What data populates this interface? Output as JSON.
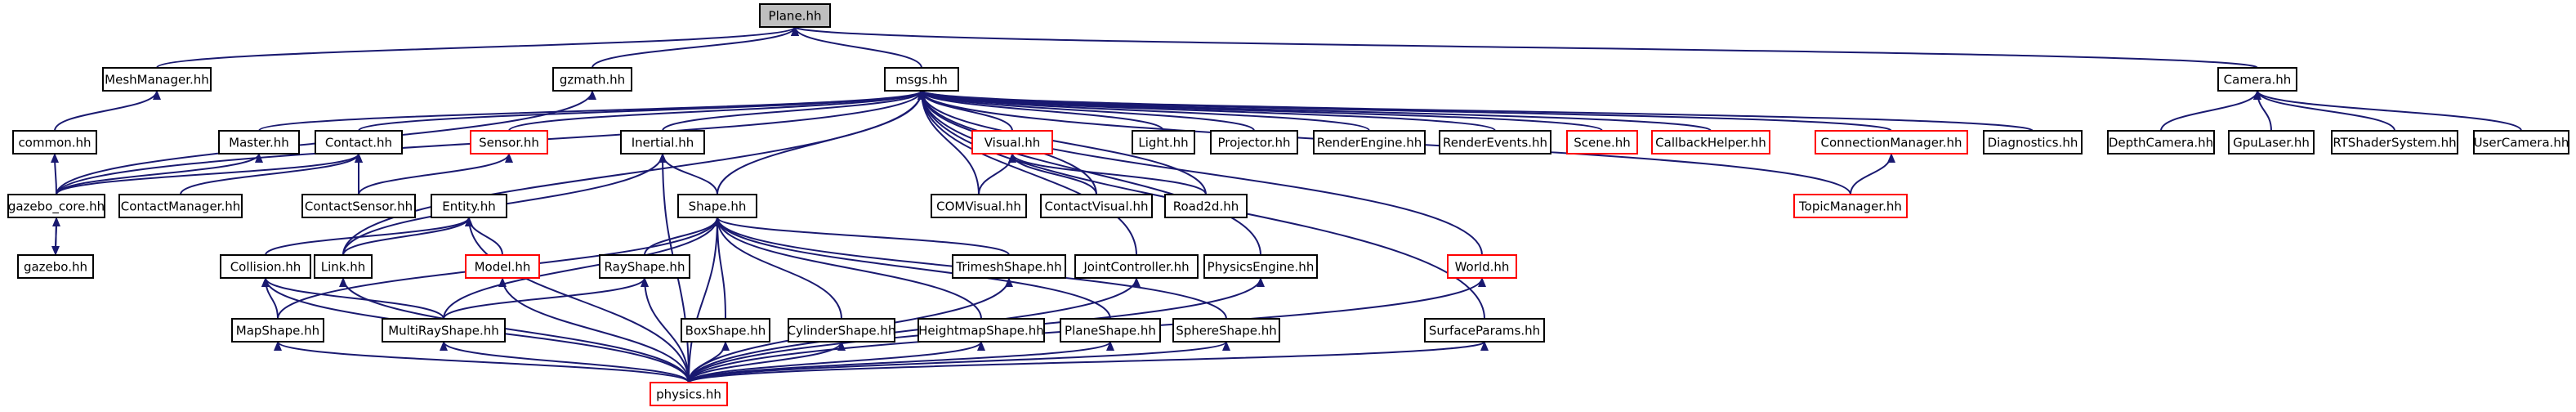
{
  "colors": {
    "node_border": "#000000",
    "node_border_red": "#ff0000",
    "node_fill": "#ffffff",
    "root_fill": "#bfbfbf",
    "edge": "#191970",
    "text": "#000000"
  },
  "nodes": [
    {
      "id": "plane",
      "label": "Plane.hh",
      "style": "root"
    },
    {
      "id": "meshmanager",
      "label": "MeshManager.hh",
      "style": "normal"
    },
    {
      "id": "gzmath",
      "label": "gzmath.hh",
      "style": "normal"
    },
    {
      "id": "msgs",
      "label": "msgs.hh",
      "style": "normal"
    },
    {
      "id": "camera",
      "label": "Camera.hh",
      "style": "normal"
    },
    {
      "id": "common",
      "label": "common.hh",
      "style": "normal"
    },
    {
      "id": "master",
      "label": "Master.hh",
      "style": "normal"
    },
    {
      "id": "contact",
      "label": "Contact.hh",
      "style": "normal"
    },
    {
      "id": "sensor",
      "label": "Sensor.hh",
      "style": "red"
    },
    {
      "id": "inertial",
      "label": "Inertial.hh",
      "style": "normal"
    },
    {
      "id": "visual",
      "label": "Visual.hh",
      "style": "red"
    },
    {
      "id": "light",
      "label": "Light.hh",
      "style": "normal"
    },
    {
      "id": "projector",
      "label": "Projector.hh",
      "style": "normal"
    },
    {
      "id": "renderengine",
      "label": "RenderEngine.hh",
      "style": "normal"
    },
    {
      "id": "renderevents",
      "label": "RenderEvents.hh",
      "style": "normal"
    },
    {
      "id": "scene",
      "label": "Scene.hh",
      "style": "red"
    },
    {
      "id": "callbackhelper",
      "label": "CallbackHelper.hh",
      "style": "red"
    },
    {
      "id": "connectionmanager",
      "label": "ConnectionManager.hh",
      "style": "red"
    },
    {
      "id": "diagnostics",
      "label": "Diagnostics.hh",
      "style": "normal"
    },
    {
      "id": "depthcamera",
      "label": "DepthCamera.hh",
      "style": "normal"
    },
    {
      "id": "gpulaser",
      "label": "GpuLaser.hh",
      "style": "normal"
    },
    {
      "id": "rtshadersystem",
      "label": "RTShaderSystem.hh",
      "style": "normal"
    },
    {
      "id": "usercamera",
      "label": "UserCamera.hh",
      "style": "normal"
    },
    {
      "id": "gazebocore",
      "label": "gazebo_core.hh",
      "style": "normal"
    },
    {
      "id": "contactmanager",
      "label": "ContactManager.hh",
      "style": "normal"
    },
    {
      "id": "contactsensor",
      "label": "ContactSensor.hh",
      "style": "normal"
    },
    {
      "id": "entity",
      "label": "Entity.hh",
      "style": "normal"
    },
    {
      "id": "shape",
      "label": "Shape.hh",
      "style": "normal"
    },
    {
      "id": "comvisual",
      "label": "COMVisual.hh",
      "style": "normal"
    },
    {
      "id": "contactvisual",
      "label": "ContactVisual.hh",
      "style": "normal"
    },
    {
      "id": "road2d",
      "label": "Road2d.hh",
      "style": "normal"
    },
    {
      "id": "topicmanager",
      "label": "TopicManager.hh",
      "style": "red"
    },
    {
      "id": "gazebo",
      "label": "gazebo.hh",
      "style": "normal"
    },
    {
      "id": "collision",
      "label": "Collision.hh",
      "style": "normal"
    },
    {
      "id": "link",
      "label": "Link.hh",
      "style": "normal"
    },
    {
      "id": "model",
      "label": "Model.hh",
      "style": "red"
    },
    {
      "id": "rayshape",
      "label": "RayShape.hh",
      "style": "normal"
    },
    {
      "id": "trimeshshape",
      "label": "TrimeshShape.hh",
      "style": "normal"
    },
    {
      "id": "jointcontroller",
      "label": "JointController.hh",
      "style": "normal"
    },
    {
      "id": "physicsengine",
      "label": "PhysicsEngine.hh",
      "style": "normal"
    },
    {
      "id": "world",
      "label": "World.hh",
      "style": "red"
    },
    {
      "id": "mapshape",
      "label": "MapShape.hh",
      "style": "normal"
    },
    {
      "id": "multirayshape",
      "label": "MultiRayShape.hh",
      "style": "normal"
    },
    {
      "id": "boxshape",
      "label": "BoxShape.hh",
      "style": "normal"
    },
    {
      "id": "cylindershape",
      "label": "CylinderShape.hh",
      "style": "normal"
    },
    {
      "id": "heightmapshape",
      "label": "HeightmapShape.hh",
      "style": "normal"
    },
    {
      "id": "planeshape",
      "label": "PlaneShape.hh",
      "style": "normal"
    },
    {
      "id": "sphereshape",
      "label": "SphereShape.hh",
      "style": "normal"
    },
    {
      "id": "surfaceparams",
      "label": "SurfaceParams.hh",
      "style": "normal"
    },
    {
      "id": "physics",
      "label": "physics.hh",
      "style": "red"
    }
  ],
  "edges": [
    [
      "meshmanager",
      "plane"
    ],
    [
      "gzmath",
      "plane"
    ],
    [
      "msgs",
      "plane"
    ],
    [
      "camera",
      "plane"
    ],
    [
      "common",
      "meshmanager"
    ],
    [
      "gazebocore",
      "gzmath"
    ],
    [
      "gazebocore",
      "common"
    ],
    [
      "gazebocore",
      "master"
    ],
    [
      "gazebocore",
      "contact"
    ],
    [
      "gazebocore",
      "msgs"
    ],
    [
      "contact",
      "msgs"
    ],
    [
      "master",
      "msgs"
    ],
    [
      "sensor",
      "msgs"
    ],
    [
      "inertial",
      "msgs"
    ],
    [
      "visual",
      "msgs"
    ],
    [
      "light",
      "msgs"
    ],
    [
      "projector",
      "msgs"
    ],
    [
      "renderengine",
      "msgs"
    ],
    [
      "renderevents",
      "msgs"
    ],
    [
      "scene",
      "msgs"
    ],
    [
      "callbackhelper",
      "msgs"
    ],
    [
      "connectionmanager",
      "msgs"
    ],
    [
      "diagnostics",
      "msgs"
    ],
    [
      "comvisual",
      "msgs"
    ],
    [
      "contactvisual",
      "msgs"
    ],
    [
      "road2d",
      "msgs"
    ],
    [
      "topicmanager",
      "msgs"
    ],
    [
      "shape",
      "msgs"
    ],
    [
      "jointcontroller",
      "msgs"
    ],
    [
      "physicsengine",
      "msgs"
    ],
    [
      "world",
      "msgs"
    ],
    [
      "surfaceparams",
      "msgs"
    ],
    [
      "link",
      "msgs"
    ],
    [
      "depthcamera",
      "camera"
    ],
    [
      "gpulaser",
      "camera"
    ],
    [
      "rtshadersystem",
      "camera"
    ],
    [
      "usercamera",
      "camera"
    ],
    [
      "gazebo",
      "gazebocore"
    ],
    [
      "gazebocore",
      "gazebo"
    ],
    [
      "contactmanager",
      "contact"
    ],
    [
      "contactsensor",
      "contact"
    ],
    [
      "contactsensor",
      "sensor"
    ],
    [
      "shape",
      "inertial"
    ],
    [
      "link",
      "inertial"
    ],
    [
      "physics",
      "inertial"
    ],
    [
      "comvisual",
      "visual"
    ],
    [
      "contactvisual",
      "visual"
    ],
    [
      "road2d",
      "visual"
    ],
    [
      "topicmanager",
      "connectionmanager"
    ],
    [
      "collision",
      "entity"
    ],
    [
      "link",
      "entity"
    ],
    [
      "model",
      "entity"
    ],
    [
      "physics",
      "entity"
    ],
    [
      "mapshape",
      "shape"
    ],
    [
      "multirayshape",
      "shape"
    ],
    [
      "rayshape",
      "shape"
    ],
    [
      "boxshape",
      "shape"
    ],
    [
      "cylindershape",
      "shape"
    ],
    [
      "heightmapshape",
      "shape"
    ],
    [
      "planeshape",
      "shape"
    ],
    [
      "sphereshape",
      "shape"
    ],
    [
      "trimeshshape",
      "shape"
    ],
    [
      "physics",
      "shape"
    ],
    [
      "mapshape",
      "collision"
    ],
    [
      "multirayshape",
      "collision"
    ],
    [
      "physics",
      "collision"
    ],
    [
      "physics",
      "link"
    ],
    [
      "physics",
      "model"
    ],
    [
      "multirayshape",
      "rayshape"
    ],
    [
      "physics",
      "rayshape"
    ],
    [
      "physics",
      "trimeshshape"
    ],
    [
      "physics",
      "jointcontroller"
    ],
    [
      "physics",
      "physicsengine"
    ],
    [
      "physics",
      "world"
    ],
    [
      "physics",
      "mapshape"
    ],
    [
      "physics",
      "multirayshape"
    ],
    [
      "physics",
      "boxshape"
    ],
    [
      "physics",
      "cylindershape"
    ],
    [
      "physics",
      "heightmapshape"
    ],
    [
      "physics",
      "planeshape"
    ],
    [
      "physics",
      "sphereshape"
    ],
    [
      "physics",
      "surfaceparams"
    ]
  ]
}
